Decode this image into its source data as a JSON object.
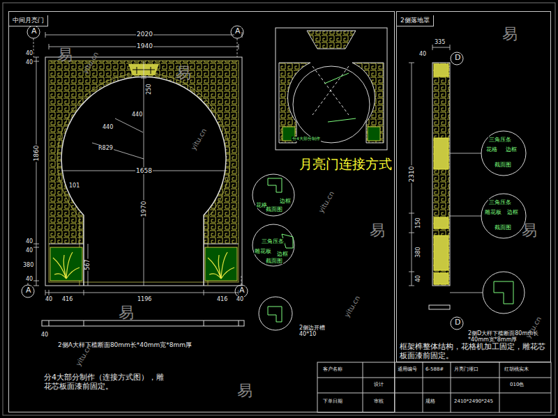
{
  "diagram": {
    "nodes": [
      {
        "text": [
          "中间月亮门"
        ]
      },
      {
        "text": [
          "2侧落地罩"
        ]
      }
    ],
    "labels": [
      "2020",
      "1940",
      "40",
      "40",
      "440",
      "440",
      "250",
      "R829",
      "1658",
      "101",
      "1860",
      "1970",
      "567",
      "40",
      "40",
      "380",
      "40",
      "40",
      "416",
      "1196",
      "416",
      "40",
      "A",
      "A",
      "A",
      "A",
      "2侧A大样下槛断面80mm长*40mm宽*8mm厚",
      "40",
      "分4大部分制作（连接方式图），雕花芯板面漆前固定。",
      "2侧边开槽 40*10",
      "月亮门连接方式",
      "花格",
      "边框",
      "截面图",
      "三角压条",
      "雕花板",
      "边框",
      "截面图",
      "分4大部分制作",
      "335",
      "40",
      "2310",
      "150",
      "380",
      "40",
      "D",
      "D",
      "三角压条",
      "花格",
      "边框",
      "截面图",
      "三角压条",
      "雕花板",
      "边框",
      "截面图",
      "2侧D大样下槛断面80mm长*40mm宽*8mm厚",
      "框架榫整体结构，花格机加工固定，雕花芯板面漆前固定。",
      "客户名称",
      "通用编号",
      "6-588#",
      "月亮门垭口",
      "红胡桃实木",
      "设计",
      "010色",
      "下单日期",
      "审核",
      "规格",
      "2410*2490*245",
      "易",
      "易",
      "易",
      "易",
      "易",
      "易",
      "易",
      "yitu.cn",
      "yitu.cn",
      "yitu.cn",
      "yitu.cn",
      "yitu.cn",
      "yitu.cn"
    ]
  }
}
